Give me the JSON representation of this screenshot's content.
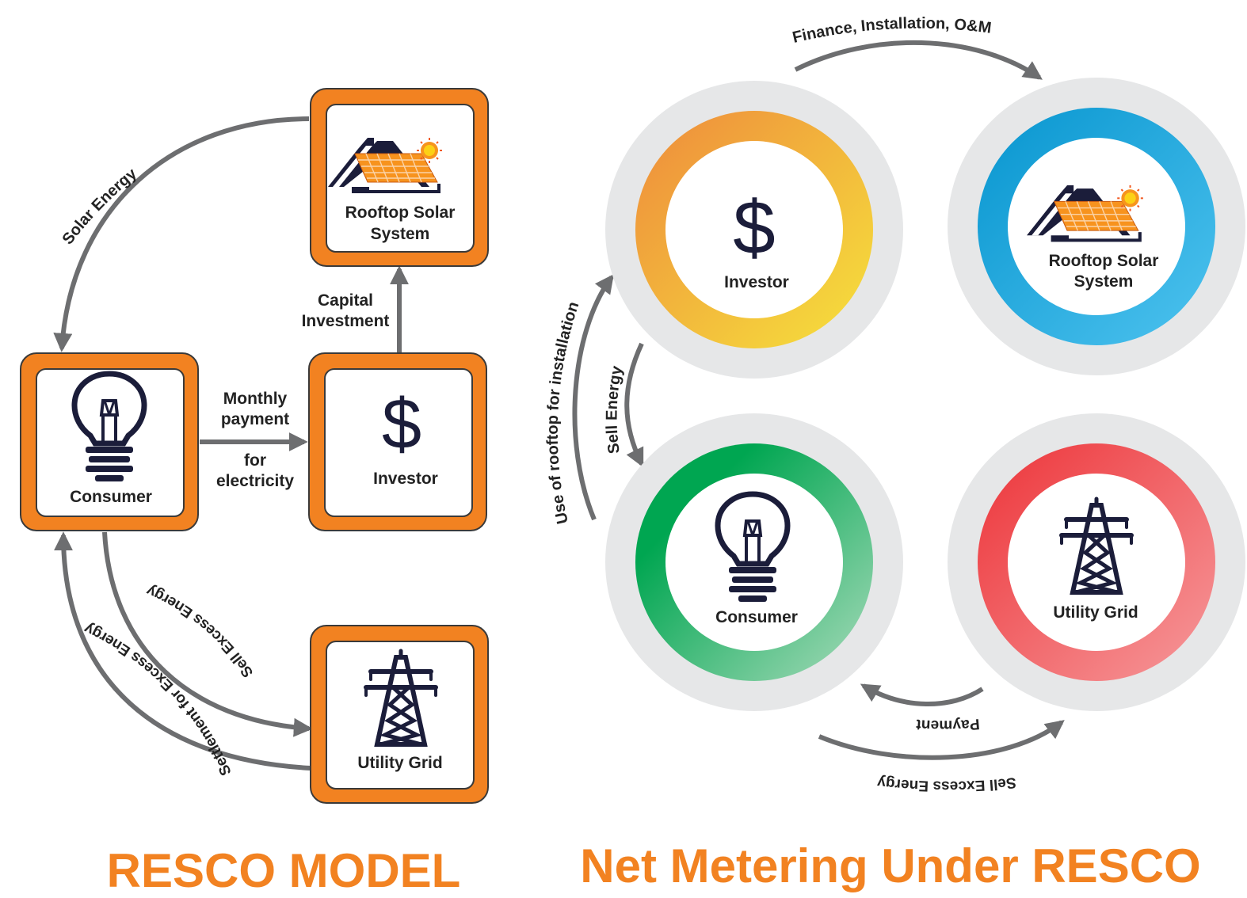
{
  "left_model": {
    "title": "RESCO MODEL",
    "nodes": {
      "rooftop": {
        "line1": "Rooftop Solar",
        "line2": "System",
        "icon": "rooftop-solar-icon"
      },
      "consumer": {
        "label": "Consumer",
        "icon": "light-bulb-icon"
      },
      "investor": {
        "label": "Investor",
        "symbol": "$",
        "icon": "dollar-icon"
      },
      "grid": {
        "label": "Utility Grid",
        "icon": "transmission-tower-icon"
      }
    },
    "edges": {
      "solar_energy": "Solar Energy",
      "capital_line1": "Capital",
      "capital_line2": "Investment",
      "monthly_line1": "Monthly",
      "monthly_line2": "payment",
      "monthly_line3": "for",
      "monthly_line4": "electricity",
      "sell_excess": "Sell Excess Energy",
      "settlement": "Settlement for Excess Energy"
    },
    "colors": {
      "frame": "#f28221",
      "arrow": "#6d6e70"
    }
  },
  "right_model": {
    "title": "Net Metering Under RESCO",
    "nodes": {
      "investor": {
        "label": "Investor",
        "symbol": "$"
      },
      "rooftop": {
        "line1": "Rooftop Solar",
        "line2": "System"
      },
      "consumer": {
        "label": "Consumer"
      },
      "grid": {
        "label": "Utility Grid"
      }
    },
    "edges": {
      "finance": "Finance, Installation, O&M",
      "use_rooftop": "Use of rooftop for installation",
      "sell_energy": "Sell Energy",
      "payment": "Payment",
      "sell_excess": "Sell Excess Energy"
    },
    "colors": {
      "investor_ring": [
        "#ee8a3c",
        "#f6e33c"
      ],
      "rooftop_ring": [
        "#0795cf",
        "#4ec3ef"
      ],
      "consumer_ring": [
        "#00a651",
        "#8fd1a8"
      ],
      "grid_ring": [
        "#ed3439",
        "#f48a8d"
      ],
      "halo": "#e6e7e8",
      "title": "#f28221"
    }
  }
}
